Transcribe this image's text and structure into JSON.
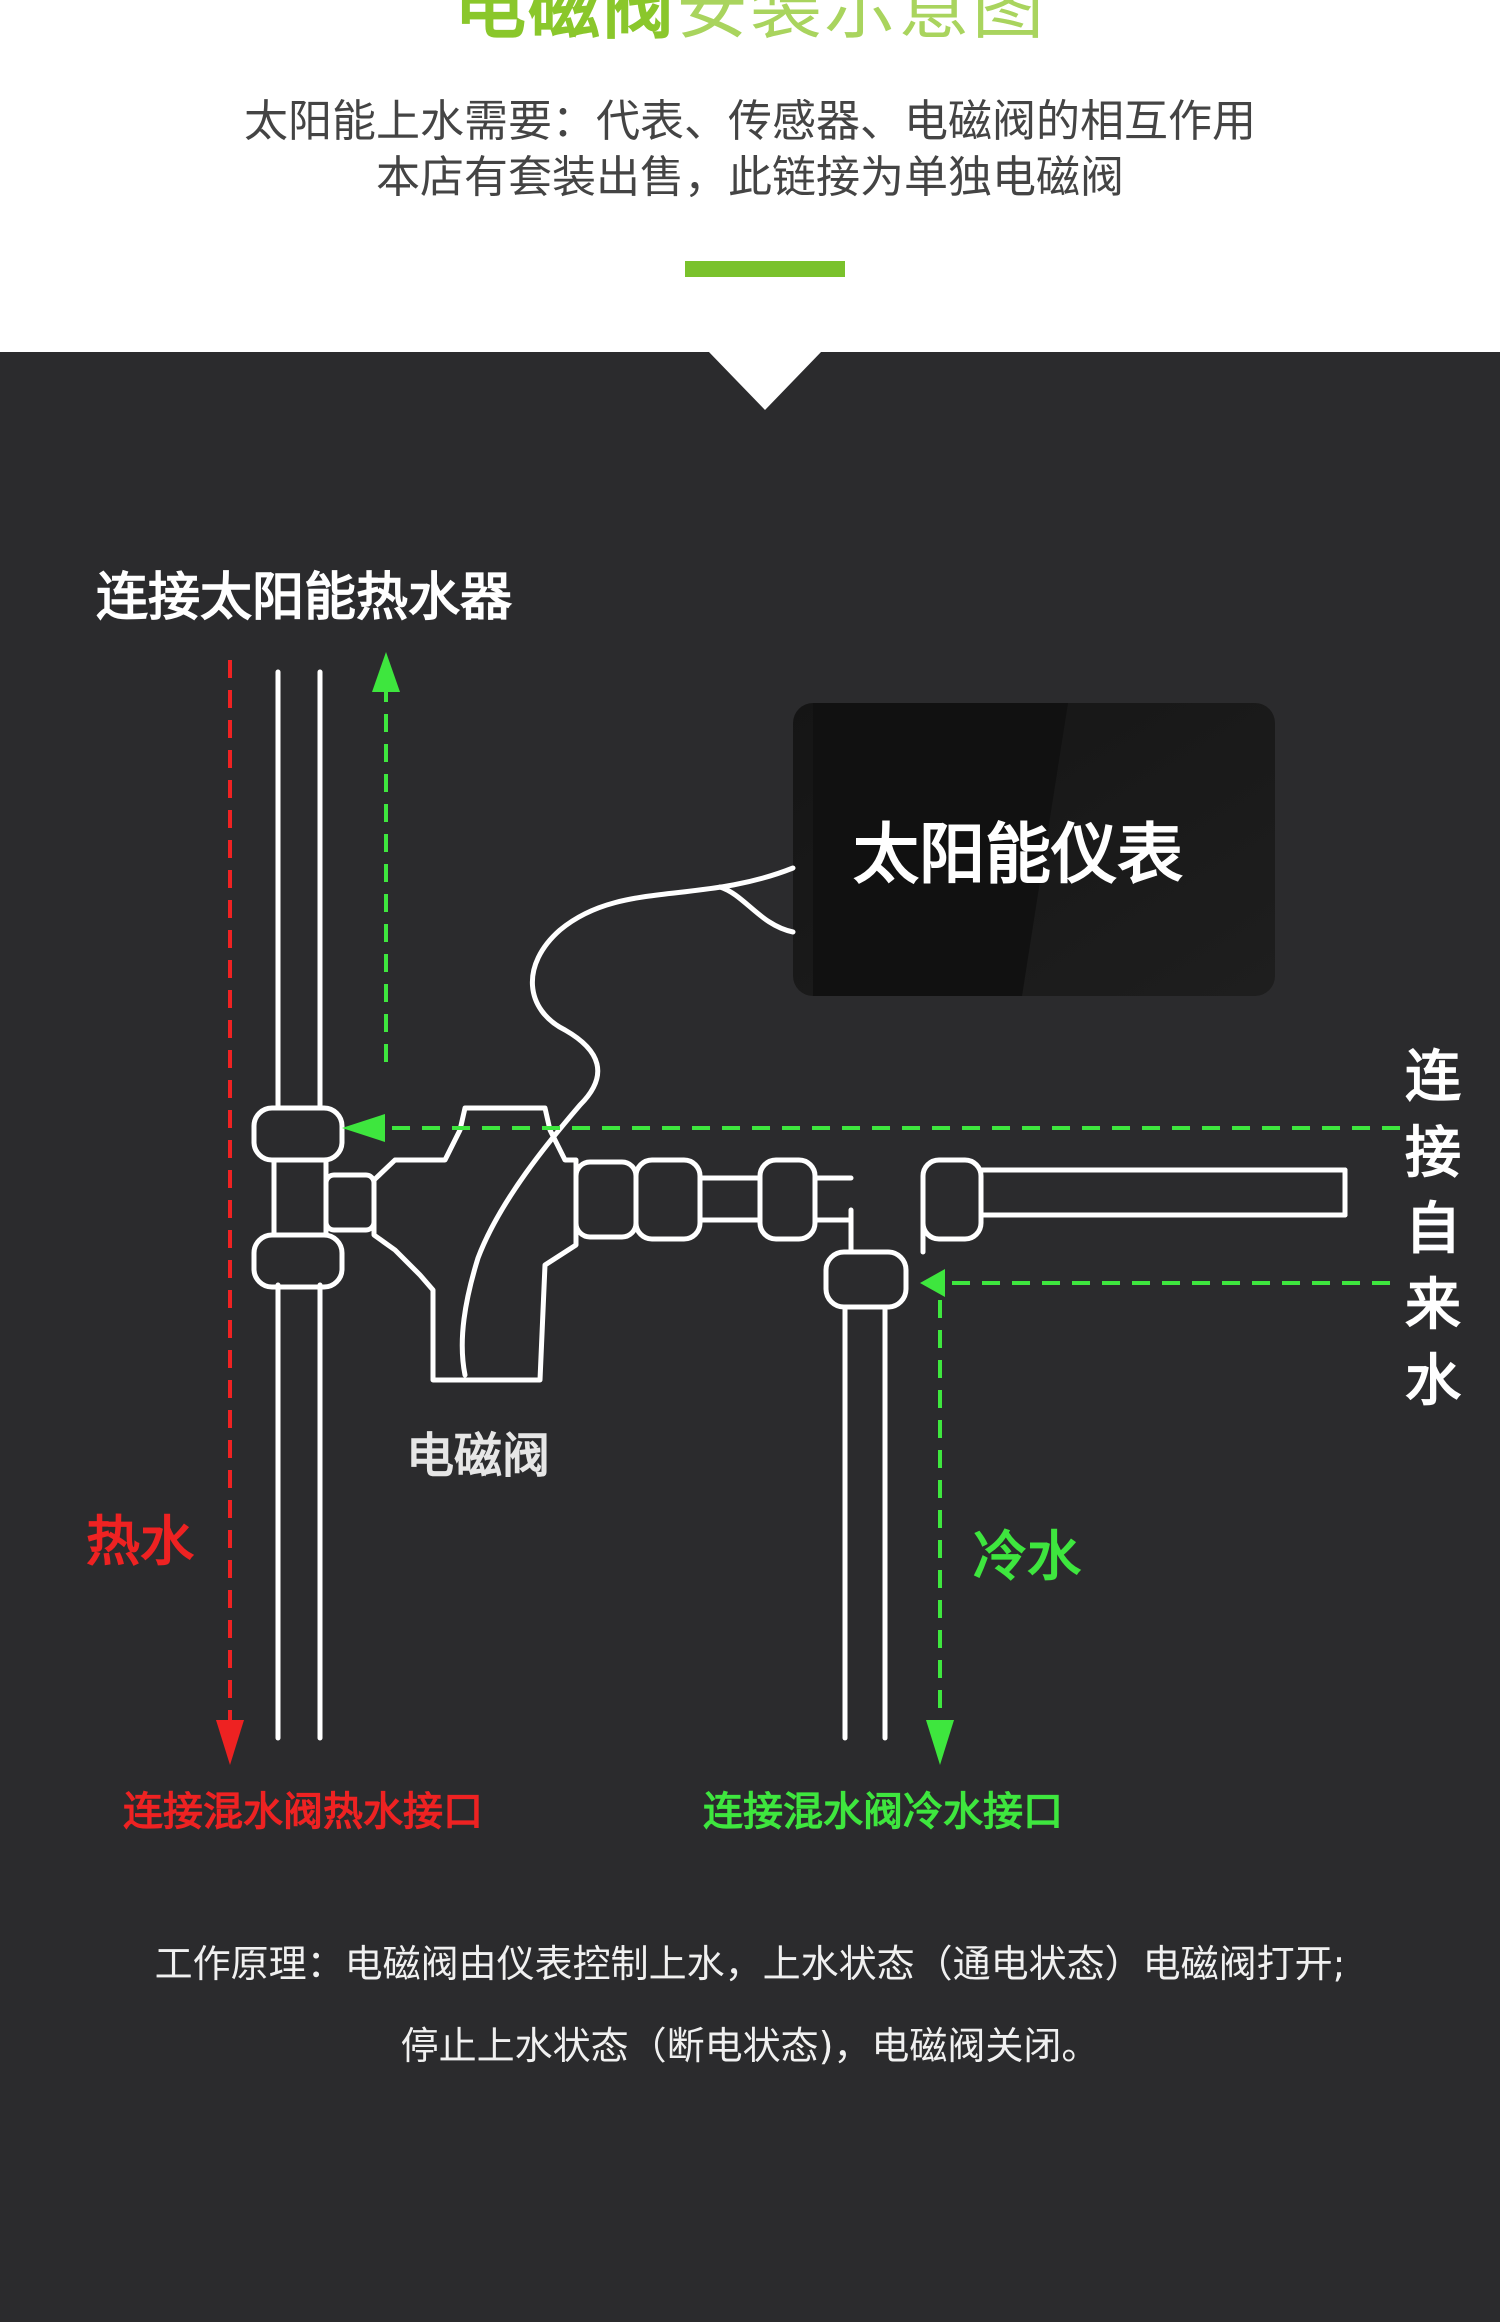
{
  "header": {
    "title_strong": "电磁阀",
    "title_light": "安装示意图",
    "subtitle_line1": "太阳能上水需要：代表、传感器、电磁阀的相互作用",
    "subtitle_line2": "本店有套装出售，此链接为单独电磁阀"
  },
  "diagram": {
    "top_label": "连接太阳能热水器",
    "meter_label": "太阳能仪表",
    "valve_label": "电磁阀",
    "hot_label": "热水",
    "cold_label": "冷水",
    "side_label": [
      "连",
      "接",
      "自",
      "来",
      "水"
    ],
    "hot_outlet_label": "连接混水阀热水接口",
    "cold_outlet_label": "连接混水阀冷水接口"
  },
  "principle": {
    "line1": "工作原理：电磁阀由仪表控制上水，上水状态（通电状态）电磁阀打开;",
    "line2": "停止上水状态（断电状态)，电磁阀关闭。"
  },
  "colors": {
    "accent_green": "#7ac22c",
    "arrow_green": "#3ee63e",
    "arrow_red": "#ee2222",
    "dark_bg": "#2b2b2d"
  }
}
